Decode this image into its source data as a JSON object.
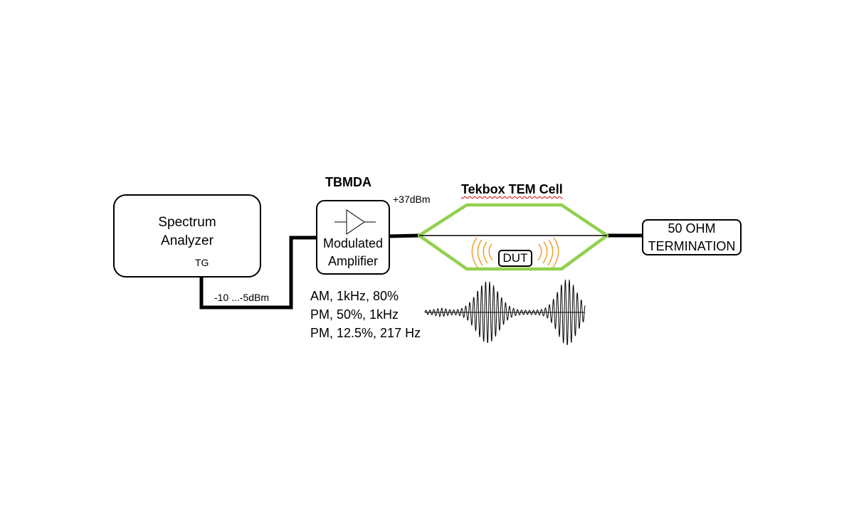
{
  "spectrum_analyzer": {
    "line1": "Spectrum",
    "line2": "Analyzer",
    "port": "TG"
  },
  "input_level": "-10 ...-5dBm",
  "amplifier": {
    "title": "TBMDA",
    "line1": "Modulated",
    "line2": "Amplifier"
  },
  "output_level": "+37dBm",
  "tem_cell": {
    "title": "Tekbox TEM Cell",
    "dut": "DUT"
  },
  "termination": {
    "line1": "50 OHM",
    "line2": "TERMINATION"
  },
  "modulation": [
    "AM, 1kHz, 80%",
    "PM, 50%, 1kHz",
    "PM, 12.5%, 217 Hz"
  ],
  "colors": {
    "cell_outline": "#92d050",
    "waves": "#f0a030",
    "line": "#000000",
    "spellcheck": "#d00000"
  }
}
